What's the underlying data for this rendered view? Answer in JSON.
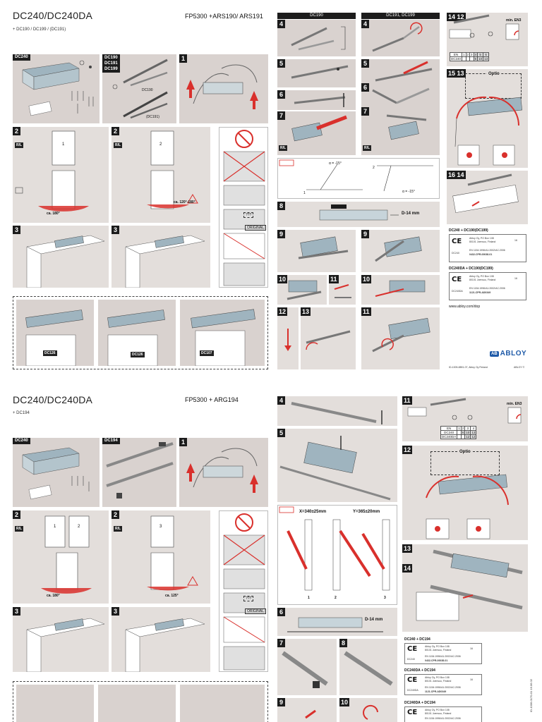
{
  "top": {
    "title": "DC240/DC240DA",
    "codes": "FP5300 +ARS190/ ARS191",
    "subline": "+  DC190 / DC199 / (DC191)",
    "headers": {
      "dc240": "DC240",
      "models": [
        "DC190",
        "DC191",
        "DC199"
      ],
      "dc190": "DC190",
      "dc191_199": "DC191, DC199"
    },
    "dc_variants": [
      "DC126",
      "DC126",
      "DC107"
    ],
    "labels": {
      "rl": "R/L",
      "angle1": "ca. 180°",
      "angle2": "ca. 120°-180°",
      "angle_hint1": "α = -15°",
      "angle_hint2": "α = -15°",
      "d_dim": "D-14 mm",
      "arm_tag": "DC190",
      "arm_tag2": "(DC191)",
      "question": "???",
      "original": "ORIGINAL",
      "optio": "Optio",
      "min_en": "min. EN3",
      "en": "EN",
      "dc240": "DC240",
      "en_values": [
        "1",
        "2",
        "3",
        "4",
        "5",
        "6"
      ],
      "dc240_values": [
        "",
        "",
        "",
        "6",
        "10",
        "13"
      ]
    },
    "steps_left": [
      "2",
      "2",
      "3",
      "3",
      "1"
    ],
    "steps_mid": [
      "4",
      "4",
      "5",
      "5",
      "6",
      "6",
      "7",
      "7",
      "8",
      "9",
      "9",
      "10",
      "11",
      "10",
      "12",
      "13",
      "11"
    ],
    "steps_right": [
      "14",
      "12",
      "15",
      "13",
      "16",
      "14"
    ],
    "ce": {
      "title1": "DC240 + DC190(DC199)",
      "title2": "DC240DA + DC190(DC199)",
      "company": "Abloy Oy, PO Box 108",
      "city": "80101 Joensuu, Finland",
      "std1": "EN 1154:1996/A1:2002/AC:2006",
      "cert1": "0432-CPR-00038-01",
      "cert2": "1121-CPR-AD0349",
      "year": "16",
      "web": "www.abloy.com/dop",
      "row_label1": "DC240",
      "row_label2": "DC240DA"
    },
    "logo": "ABLOY",
    "footer_left": "ID-1005-8891-07, Abloy Oy Finland",
    "footer_right": "ABLOY ©"
  },
  "bottom": {
    "title": "DC240/DC240DA",
    "codes": "FP5300 + ARG194",
    "subline": "+  DC194",
    "headers": {
      "dc240": "DC240",
      "dc194": "DC194"
    },
    "labels": {
      "rl": "R/L",
      "angle1": "ca. 180°",
      "angle2": "ca. 125°",
      "x_dim": "X=340±25mm",
      "y_dim": "Y=365±20mm",
      "d_dim": "D-14 mm",
      "question": "???",
      "original": "ORIGINAL",
      "optio": "Optio",
      "min_en": "min. EN3",
      "en": "EN",
      "dc240": "DC240",
      "dc240da": "DC240DA",
      "en_values": [
        "1",
        "2",
        "3",
        "4"
      ],
      "dc240_values": [
        "",
        "6",
        "10",
        "13"
      ],
      "dc240da_values": [
        "",
        "",
        "12",
        "12"
      ],
      "numbers": [
        "1",
        "2",
        "3"
      ]
    },
    "steps_left": [
      "2",
      "2",
      "3",
      "3",
      "1"
    ],
    "steps_mid": [
      "4",
      "5",
      "6",
      "7",
      "8",
      "9",
      "10"
    ],
    "steps_right": [
      "11",
      "12",
      "13",
      "14"
    ],
    "ce": {
      "title1": "DC240 + DC194",
      "title2": "DC240DA + DC194",
      "title3": "DC240DA + DC194",
      "company": "Abloy Oy, PO Box 108",
      "city": "80101 Joensuu, Finland",
      "std1": "EN 1154:1996/A1:2002/AC:2006",
      "cert1": "0432-CPR-00038-01",
      "cert2": "1121-CPR-AD0349",
      "year": "16",
      "row_label1": "DC240",
      "row_label2": "DC240DA"
    },
    "side_code": "ID-1006-0170-01 16.06.02"
  },
  "colors": {
    "panel": "#d9d2cf",
    "panel_light": "#e3dedb",
    "dark": "#1c1c1c",
    "red": "#d9302c",
    "accent": "#c0392b",
    "brand": "#1e5aa8"
  }
}
